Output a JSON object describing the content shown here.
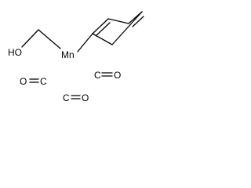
{
  "molecule": {
    "atoms": {
      "hydroxyl": "HO",
      "metal": "Mn",
      "carbonyl_left_c": "C",
      "carbonyl_left_o": "O",
      "carbonyl_right_c": "C",
      "carbonyl_right_o": "O",
      "carbonyl_bottom_c": "C",
      "carbonyl_bottom_o": "O"
    }
  }
}
